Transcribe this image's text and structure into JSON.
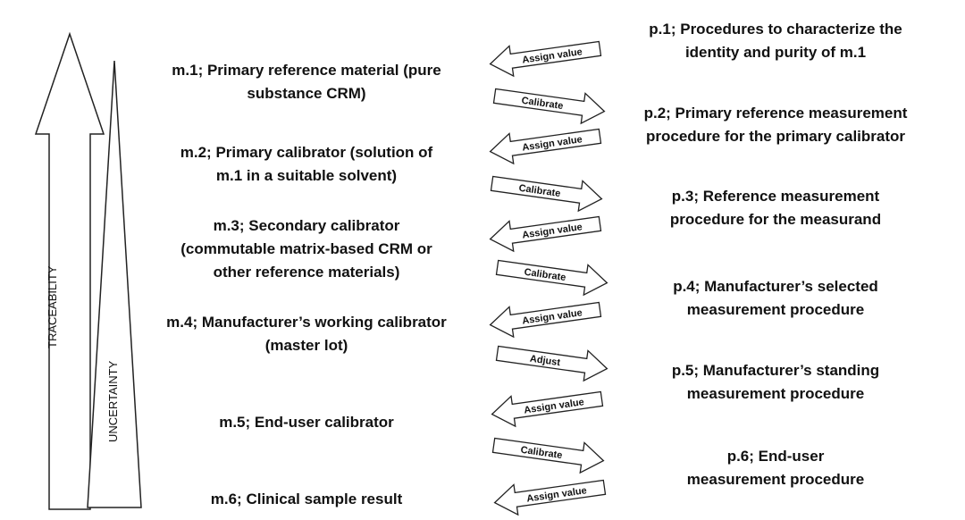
{
  "axes": {
    "traceability_label": "TRACEABILITY",
    "uncertainty_label": "UNCERTAINTY"
  },
  "materials": [
    {
      "lines": [
        "m.1; Primary reference material (pure",
        "substance CRM)"
      ]
    },
    {
      "lines": [
        "m.2; Primary calibrator (solution of",
        "m.1 in a suitable solvent)"
      ]
    },
    {
      "lines": [
        "m.3; Secondary calibrator",
        "(commutable matrix-based CRM or",
        "other reference materials)"
      ]
    },
    {
      "lines": [
        "m.4; Manufacturer’s working calibrator",
        "(master lot)"
      ]
    },
    {
      "lines": [
        "m.5; End-user calibrator"
      ]
    },
    {
      "lines": [
        "m.6; Clinical sample result"
      ]
    }
  ],
  "procedures": [
    {
      "lines": [
        "p.1; Procedures to characterize the",
        "identity and purity of m.1"
      ]
    },
    {
      "lines": [
        "p.2; Primary reference measurement",
        "procedure for the primary calibrator"
      ]
    },
    {
      "lines": [
        "p.3; Reference measurement",
        "procedure for the measurand"
      ]
    },
    {
      "lines": [
        "p.4; Manufacturer’s selected",
        "measurement procedure"
      ]
    },
    {
      "lines": [
        "p.5; Manufacturer’s standing",
        "measurement procedure"
      ]
    },
    {
      "lines": [
        "p.6; End-user",
        "measurement procedure"
      ]
    }
  ],
  "arrows": [
    {
      "label": "Assign value",
      "direction": "left"
    },
    {
      "label": "Calibrate",
      "direction": "right"
    },
    {
      "label": "Assign value",
      "direction": "left"
    },
    {
      "label": "Calibrate",
      "direction": "right"
    },
    {
      "label": "Assign value",
      "direction": "left"
    },
    {
      "label": "Calibrate",
      "direction": "right"
    },
    {
      "label": "Assign value",
      "direction": "left"
    },
    {
      "label": "Adjust",
      "direction": "right"
    },
    {
      "label": "Assign value",
      "direction": "left"
    },
    {
      "label": "Calibrate",
      "direction": "right"
    },
    {
      "label": "Assign value",
      "direction": "left"
    }
  ]
}
